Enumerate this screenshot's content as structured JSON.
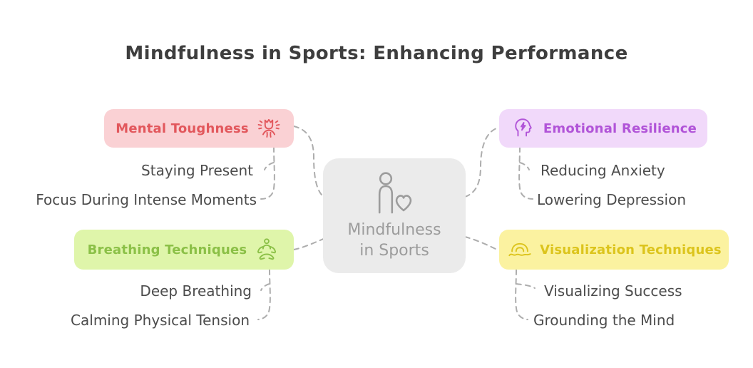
{
  "title": "Mindfulness in Sports: Enhancing Performance",
  "center": {
    "label_line1": "Mindfulness",
    "label_line2": "in Sports",
    "icon": "person-heart-icon",
    "bg": "#EBEBEB",
    "text_color": "#9C9C9C"
  },
  "branches": [
    {
      "label": "Mental Toughness",
      "icon": "blooming-mind-icon",
      "bg": "#FAD1D4",
      "color": "#E2575C",
      "children": [
        "Staying Present",
        "Focus During Intense Moments"
      ]
    },
    {
      "label": "Emotional Resilience",
      "icon": "head-lightning-icon",
      "bg": "#F1D9FA",
      "color": "#B154D8",
      "children": [
        "Reducing Anxiety",
        "Lowering Depression"
      ]
    },
    {
      "label": "Breathing Techniques",
      "icon": "meditation-icon",
      "bg": "#DFF5AA",
      "color": "#8BC047",
      "children": [
        "Deep Breathing",
        "Calming Physical Tension"
      ]
    },
    {
      "label": "Visualization Techniques",
      "icon": "rainbow-icon",
      "bg": "#FBF2A0",
      "color": "#DCC41C",
      "children": [
        "Visualizing Success",
        "Grounding the Mind"
      ]
    }
  ],
  "colors": {
    "connector": "#ADADAD",
    "title": "#3E3E3E",
    "child_text": "#4C4C4C",
    "background": "#FFFFFF"
  }
}
